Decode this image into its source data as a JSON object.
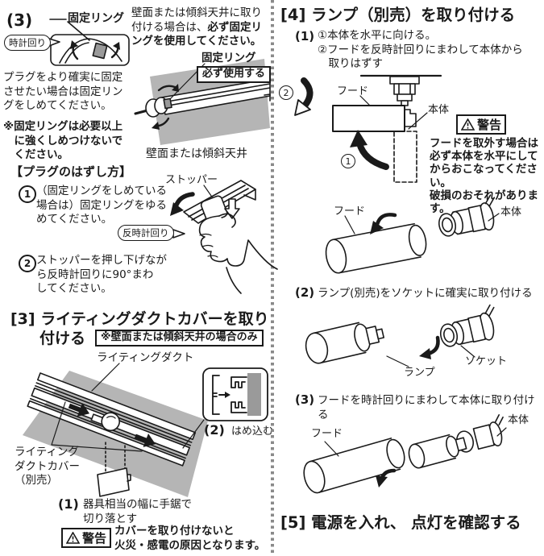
{
  "colors": {
    "ink": "#1a1a1a",
    "wall_gray": "#b5b5b5",
    "bg": "#ffffff",
    "divider_gray": "#8a8a8a"
  },
  "left": {
    "fix_ring": {
      "num": "(3)",
      "ring_label_top": "固定リング",
      "clockwise_bubble": "時計回り",
      "wall_para_normal": "壁面または傾斜天井に取り付ける場合は、",
      "wall_para_bold": "必ず固定リングを使用してください。",
      "ring_label": "固定リング",
      "must_use_box": "必ず使用する",
      "wall_caption": "壁面または傾斜天井",
      "plug_para": "プラグをより確実に固定\nさせたい場合は固定リン\nグをしめてください。",
      "caution_note": "※固定リングは必要以上\n　に強くしめつけないで\n　ください。"
    },
    "plug_remove": {
      "title": "【プラグのはずし方】",
      "step1_digit": "1",
      "step1_text": "（固定リングをしめている\n場合は）固定リングをゆる\nめてください。",
      "stopper_label": "ストッパー",
      "ccw_bubble": "反時計回り",
      "step2_digit": "2",
      "step2_text": "ストッパーを押し下げなが\nら反時計回りに90°まわ\nしてください。"
    },
    "sec3": {
      "heading_line1": "[3] ライティングダクトカバーを取り",
      "heading_line2": "付ける",
      "scope_note": "※壁面または傾斜天井の場合のみ",
      "duct_label": "ライティングダクト",
      "cover_label": "ライティング\nダクトカバー\n（別売）",
      "fit_num": "(2)",
      "fit_text": "はめ込む",
      "cut_num": "(1)",
      "cut_text": "器具相当の幅に手鋸で\n切り落とす",
      "warn_label": "警告",
      "warn_text": "カバーを取り付けないと\n火災・感電の原因となります。"
    }
  },
  "right": {
    "sec4": {
      "heading": "[4] ランプ（別売）を取り付ける",
      "step1_num": "(1)",
      "step1_text": "①本体を水平に向ける。\n②フードを反時計回りにまわして本体から\n　取りはずす",
      "circ1_digit": "1",
      "circ2_digit": "2",
      "hood_label_1": "フード",
      "body_label_1": "本体",
      "warn_label": "警告",
      "warn_text": "フードを取外す場合は\n必ず本体を水平にして\nからおこなってください。\n破損のおそれがあります。",
      "hood_label_2": "フード",
      "body_label_2": "本体",
      "step2_num": "(2)",
      "step2_text": "ランプ(別売)をソケットに確実に取り付ける",
      "lamp_label": "ランプ",
      "socket_label": "ソケット",
      "step3_num": "(3)",
      "step3_text": "フードを時計回りにまわして本体に取り付ける",
      "hood_label_3": "フード",
      "body_label_3": "本体"
    },
    "sec5": {
      "heading": "[5] 電源を入れ、 点灯を確認する"
    }
  }
}
